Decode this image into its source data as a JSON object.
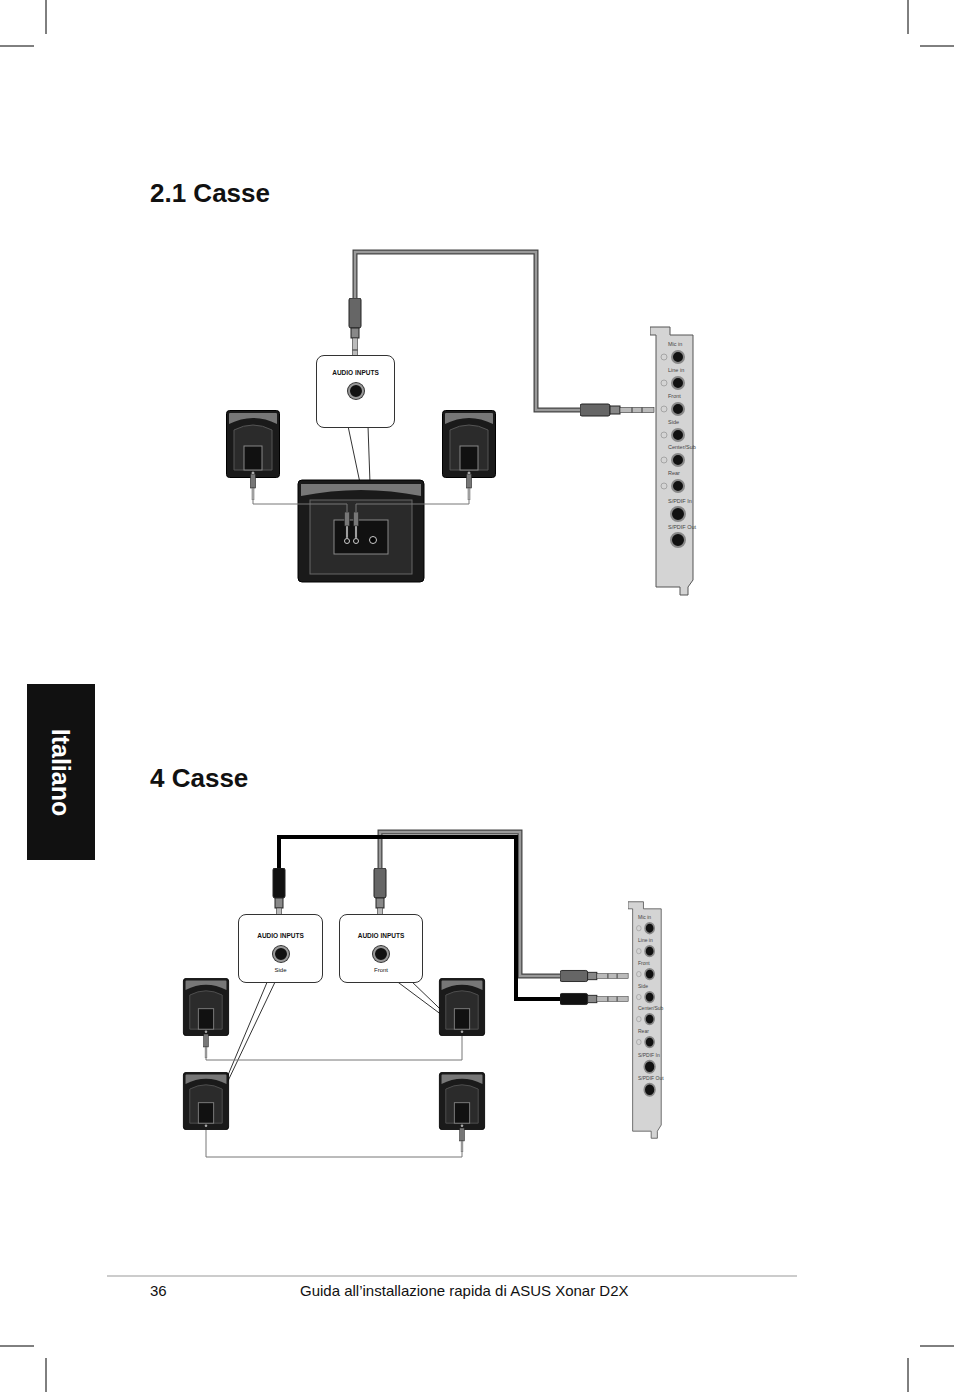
{
  "diagram": {
    "title": "2.1 Casse",
    "nodes": [
      {
        "text": [
          "AUDIO INPUTS"
        ]
      },
      {
        "text": [
          "AUDIO INPUTS",
          "Side"
        ]
      },
      {
        "text": [
          "AUDIO INPUTS",
          "Front"
        ]
      }
    ],
    "labels": [
      "4 Casse",
      "Italiano",
      "Mic in",
      "Line in",
      "Front",
      "Side",
      "Center/Sub",
      "Rear",
      "S/PDIF In",
      "S/PDIF Out",
      "Mic in",
      "Line in",
      "Front",
      "Side",
      "Center/Sub",
      "Rear",
      "S/PDIF In",
      "S/PDIF Out",
      "36",
      "Guida all’installazione rapida di ASUS Xonar D2X"
    ]
  }
}
